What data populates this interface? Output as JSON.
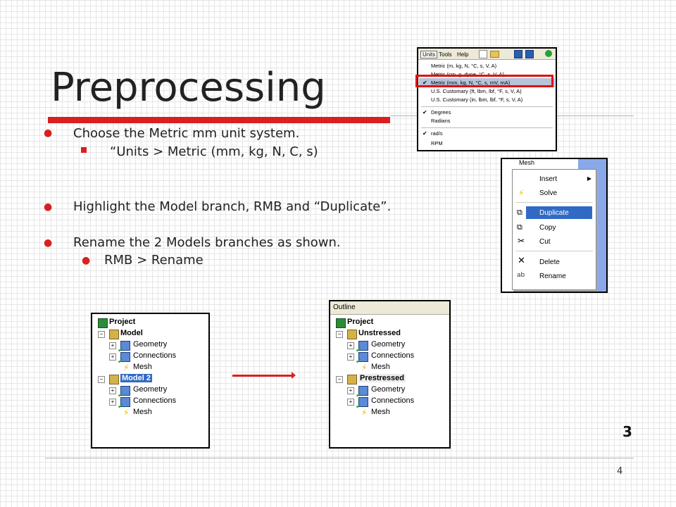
{
  "slide": {
    "title": "Preprocessing",
    "page_number": "4",
    "step_number": "3",
    "bullets": [
      {
        "text": "Choose the Metric mm unit system."
      },
      {
        "text": "“Units > Metric (mm, kg, N, C, s)"
      },
      {
        "text": "Highlight the Model branch, RMB and “Duplicate”."
      },
      {
        "text": "Rename the 2 Models branches as shown."
      },
      {
        "text": "RMB > Rename"
      }
    ]
  },
  "units_menu": {
    "menubar": [
      "Units",
      "Tools",
      "Help"
    ],
    "items": [
      {
        "label": "Metric (m, kg, N, °C, s, V, A)",
        "checked": false
      },
      {
        "label": "Metric (cm, g, dyne, °C, s, V, A)",
        "checked": false
      },
      {
        "label": "Metric (mm, kg, N, °C, s, mV, mA)",
        "checked": true
      },
      {
        "label": "U.S. Customary (ft, lbm, lbf, °F, s, V, A)",
        "checked": false
      },
      {
        "label": "U.S. Customary (in, lbm, lbf, °F, s, V, A)",
        "checked": false
      },
      {
        "label": "Degrees",
        "checked": true
      },
      {
        "label": "Radians",
        "checked": false
      },
      {
        "label": "rad/s",
        "checked": true
      },
      {
        "label": "RPM",
        "checked": false
      }
    ]
  },
  "context_menu": {
    "top_label": "Mesh",
    "items": [
      "Insert",
      "Solve",
      "Duplicate",
      "Copy",
      "Cut",
      "Delete",
      "Rename"
    ]
  },
  "tree_before": {
    "root": "Project",
    "models": [
      {
        "name": "Model",
        "children": [
          "Geometry",
          "Connections",
          "Mesh"
        ]
      },
      {
        "name": "Model 2",
        "children": [
          "Geometry",
          "Connections",
          "Mesh"
        ]
      }
    ]
  },
  "tree_after": {
    "header": "Outline",
    "root": "Project",
    "models": [
      {
        "name": "Unstressed",
        "children": [
          "Geometry",
          "Connections",
          "Mesh"
        ]
      },
      {
        "name": "Prestressed",
        "children": [
          "Geometry",
          "Connections",
          "Mesh"
        ]
      }
    ]
  },
  "colors": {
    "accent": "#d92020",
    "highlight": "#316ac5"
  }
}
